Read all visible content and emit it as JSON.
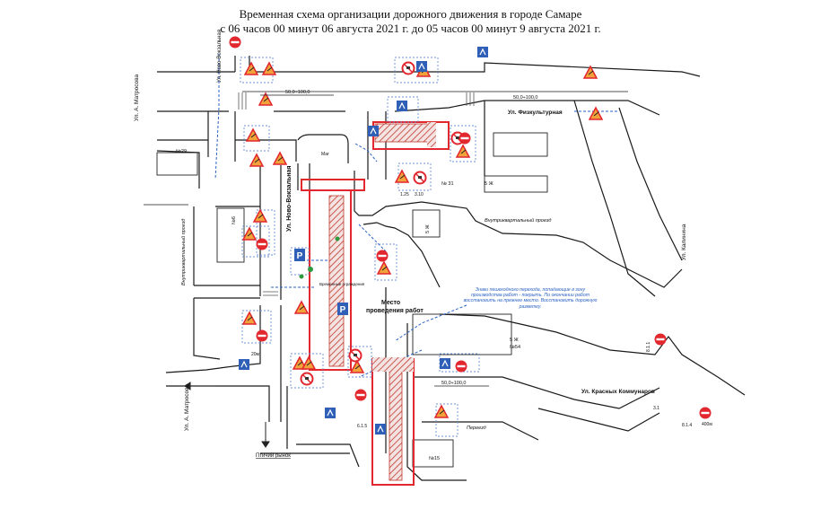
{
  "title_line1": "Временная схема организации дорожного движения в городе Самаре",
  "title_line2": "с 06 часов 00 минут 06 августа 2021 г. до 05 часов 00 минут 9 августа 2021 г.",
  "streets": {
    "novo_vokzalnaya_top": "Ул. Ново-Вокзальная",
    "novo_vokzalnaya_mid": "Ул. Ново-Вокзальная",
    "matrosov_top": "Ул. А. Матросова",
    "matrosov_bottom": "Ул. А. Матросова",
    "fizkulturnaya": "Ул. Физкультурная",
    "kalinina": "Ул. Калинина",
    "krasnykh_kommunarov": "Ул. Красных Коммунаров",
    "vnutrikvartal_right": "Внутриквартальный проезд",
    "vnutrikvartal_left": "Внутриквартальный проезд"
  },
  "notes": {
    "work_place_line1": "Место",
    "work_place_line2": "проведения работ",
    "crossing_note": "Знаки пешеходного перехода, попадающие в зону производства работ - покрыть. По окончании работ восстановить на прежнее место. Восстановить дорожную разметку.",
    "ptichiy_rynok": "Птичий рынок",
    "pereezd": "Переезд",
    "vremennye_ograzhdeniya": "Временные ограждения",
    "distance_top_left": "50,0÷100,0",
    "distance_top_right": "50,0÷100,0",
    "distance_bottom": "50,0÷100,0"
  },
  "buildings": {
    "b29": "№29",
    "b31": "№ 31",
    "b5zh_top": "5 Ж",
    "b5zh_mid": "5 Ж",
    "b54": "№54",
    "b5zh_bottom": "5 Ж",
    "b15": "№15",
    "b6": "№6",
    "mag": "Маг"
  },
  "sign_codes": {
    "s_1_25": "1.25",
    "s_3_1": "3.1",
    "s_3_10": "3.10",
    "s_8_1_1": "8.1.1",
    "s_6_1_5": "6.1.5",
    "s_8_1_4": "8.1.4",
    "s_400m": "400м",
    "s_20m": "20м"
  },
  "colors": {
    "road": "#1a1a1a",
    "work_zone": "#e2272e",
    "detour": "#2b62c4",
    "sign_frame": "#6b8fd6",
    "warn_fill": "#f2a23a",
    "prohibit": "#e2272e",
    "info_blue": "#2f5fb7",
    "green": "#2e9a3e"
  }
}
